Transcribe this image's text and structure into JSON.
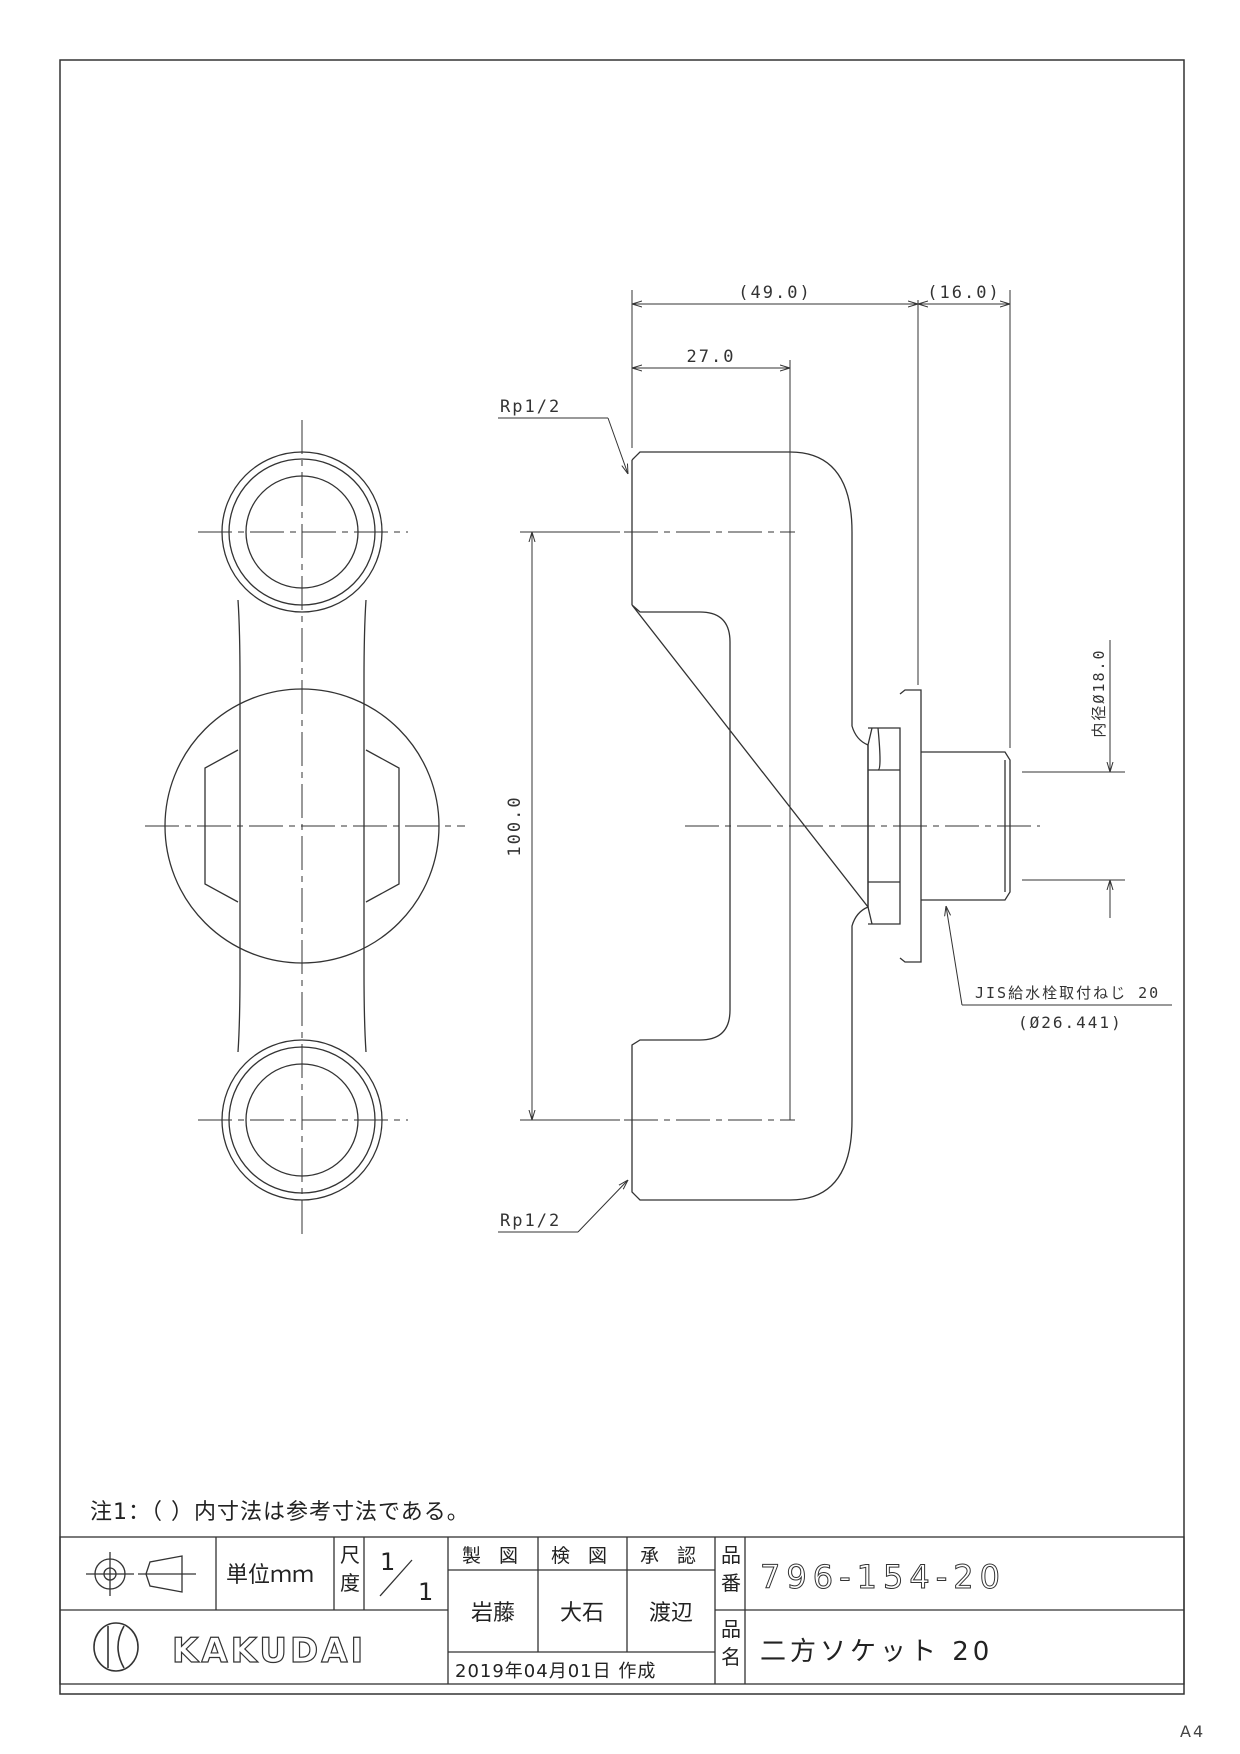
{
  "drawing": {
    "dimensions": {
      "overall_length": "(49.0)",
      "thread_length": "(16.0)",
      "socket_depth": "27.0",
      "center_distance": "100.0",
      "inner_diameter": "内径Ø18.0"
    },
    "callouts": {
      "top_thread": "Rp1/2",
      "bottom_thread": "Rp1/2",
      "outlet_thread": "JIS給水栓取付ねじ 20",
      "outlet_thread_dia": "(Ø26.441)"
    }
  },
  "note": "注1：（ ）内寸法は参考寸法である。",
  "title_block": {
    "unit": "単位ｍｍ",
    "scale_label_1": "尺",
    "scale_label_2": "度",
    "scale_num": "1",
    "scale_den": "1",
    "drawn_by_label": "製 図",
    "checked_by_label": "検 図",
    "approved_by_label": "承 認",
    "drawn_by": "岩藤",
    "checked_by": "大石",
    "approved_by": "渡辺",
    "part_no_label_1": "品",
    "part_no_label_2": "番",
    "part_no": "796-154-20",
    "part_name_label_1": "品",
    "part_name_label_2": "名",
    "part_name": "二方ソケット 20",
    "date": "2019年04月01日 作成",
    "company": "KAKUDAI"
  },
  "sheet_size": "A4"
}
